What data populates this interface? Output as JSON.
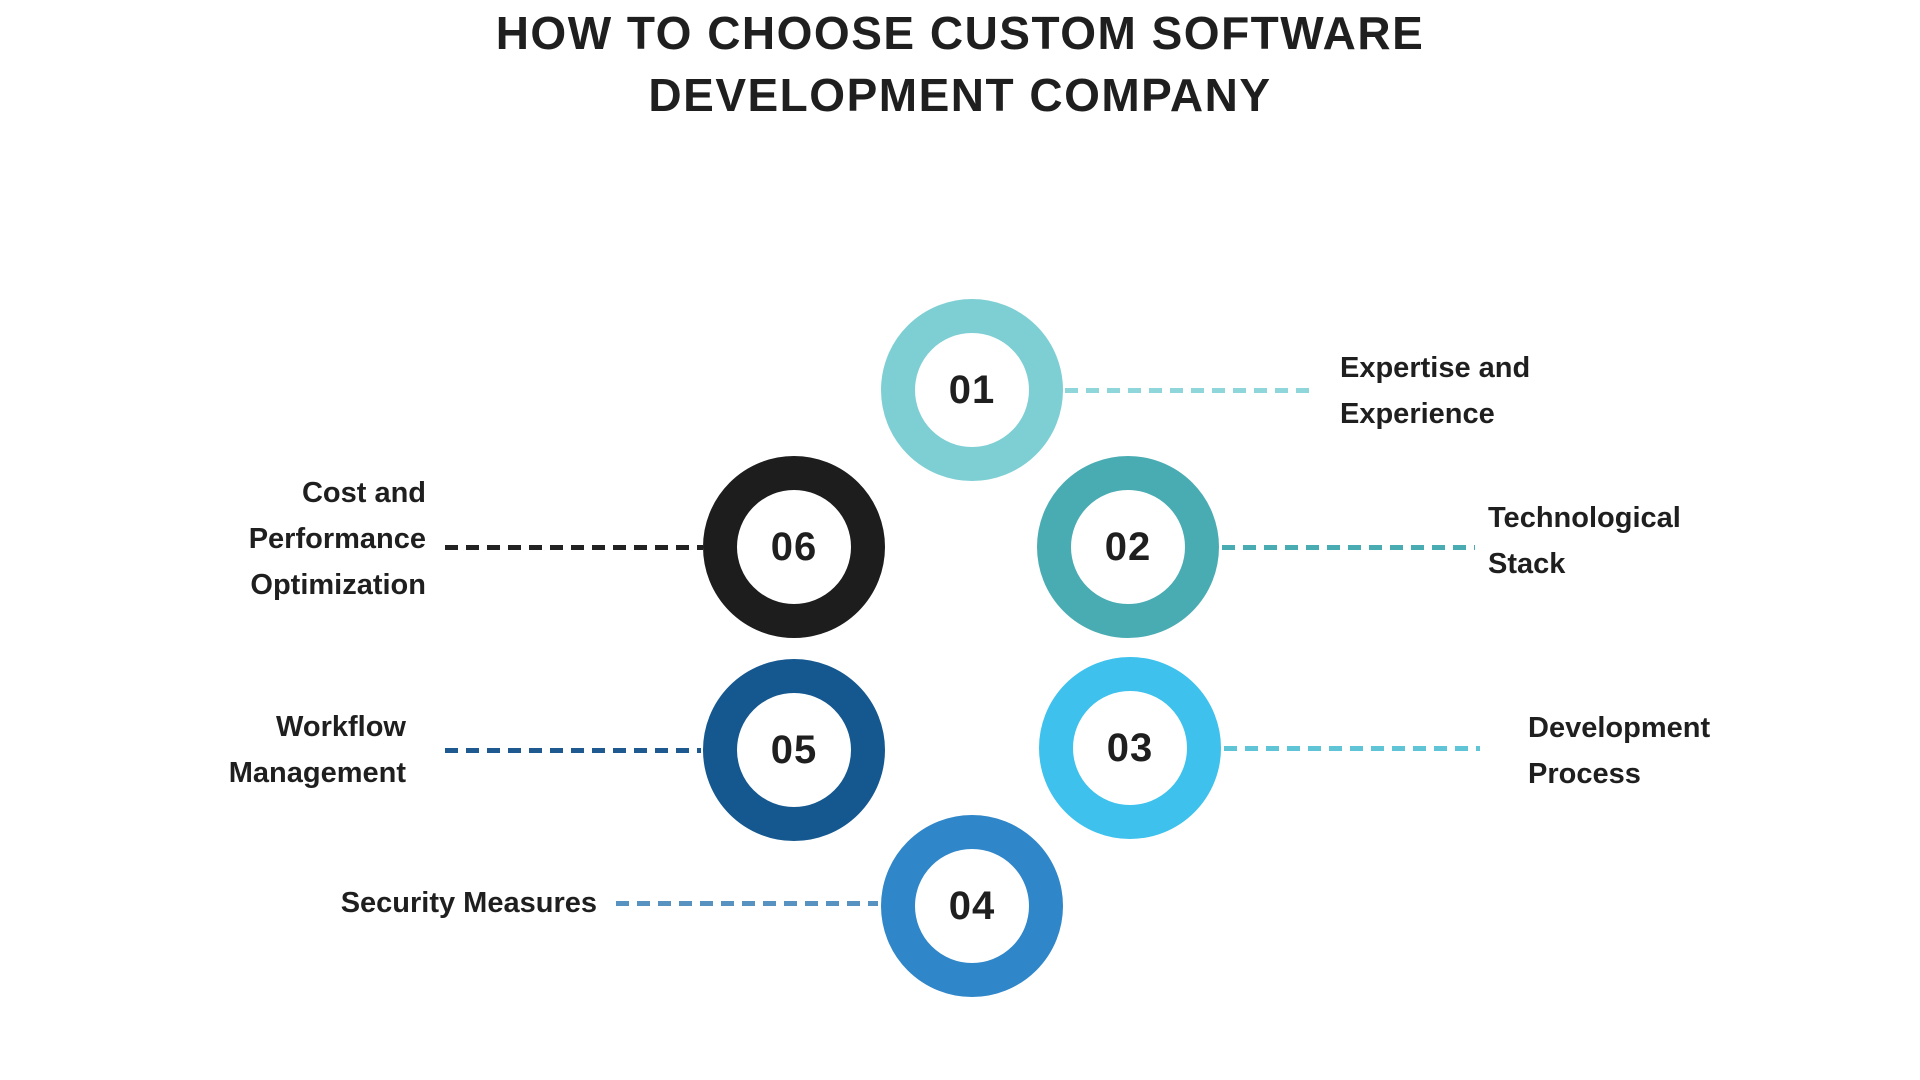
{
  "title": {
    "line1": "HOW TO CHOOSE CUSTOM SOFTWARE",
    "line2": "DEVELOPMENT COMPANY"
  },
  "steps": [
    {
      "number": "01",
      "label": "Expertise and\nExperience",
      "ring_color": "#7ECFD4",
      "connector_color": "#8FD6DA",
      "label_side": "right"
    },
    {
      "number": "02",
      "label": "Technological\nStack",
      "ring_color": "#4AACB3",
      "connector_color": "#4AACB3",
      "label_side": "right"
    },
    {
      "number": "03",
      "label": "Development\nProcess",
      "ring_color": "#3EC1ED",
      "connector_color": "#5FC4D6",
      "label_side": "right"
    },
    {
      "number": "04",
      "label": "Security Measures",
      "ring_color": "#2F86C9",
      "connector_color": "#5792C1",
      "label_side": "left"
    },
    {
      "number": "05",
      "label": "Workflow\nManagement",
      "ring_color": "#155890",
      "connector_color": "#1E5A8F",
      "label_side": "left"
    },
    {
      "number": "06",
      "label": "Cost and\nPerformance\nOptimization",
      "ring_color": "#1D1D1D",
      "connector_color": "#222222",
      "label_side": "left"
    }
  ],
  "colors": {
    "background": "#FFFFFF",
    "text": "#1F1F1F"
  }
}
